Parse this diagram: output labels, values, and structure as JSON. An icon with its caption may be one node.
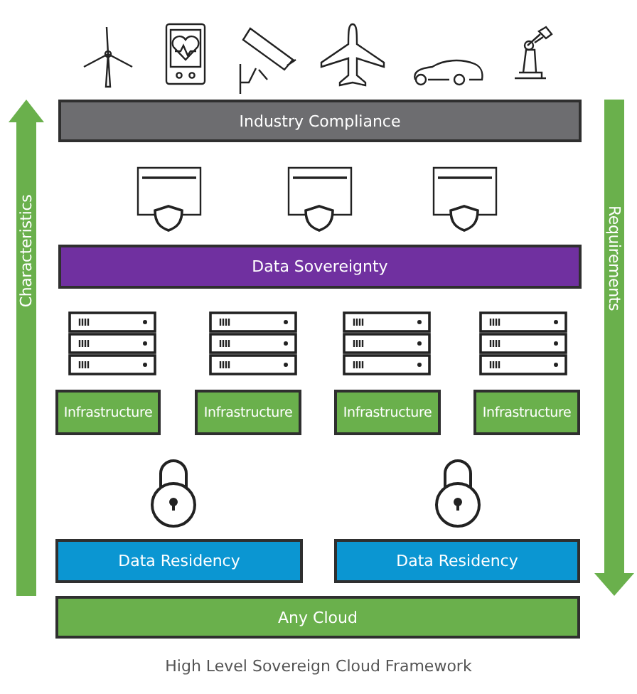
{
  "diagram": {
    "caption": "High Level Sovereign Cloud Framework",
    "nodes": [
      {
        "text": [
          "Industry Compliance"
        ]
      },
      {
        "text": [
          "Data Sovereignty"
        ]
      },
      {
        "text": [
          "Infrastructure"
        ]
      },
      {
        "text": [
          "Infrastructure"
        ]
      },
      {
        "text": [
          "Infrastructure"
        ]
      },
      {
        "text": [
          "Infrastructure"
        ]
      },
      {
        "text": [
          "Data Residency"
        ]
      },
      {
        "text": [
          "Data Residency"
        ]
      },
      {
        "text": [
          "Any Cloud"
        ]
      },
      {
        "text": [
          "Characteristics"
        ]
      },
      {
        "text": [
          "Requirements"
        ]
      }
    ]
  }
}
